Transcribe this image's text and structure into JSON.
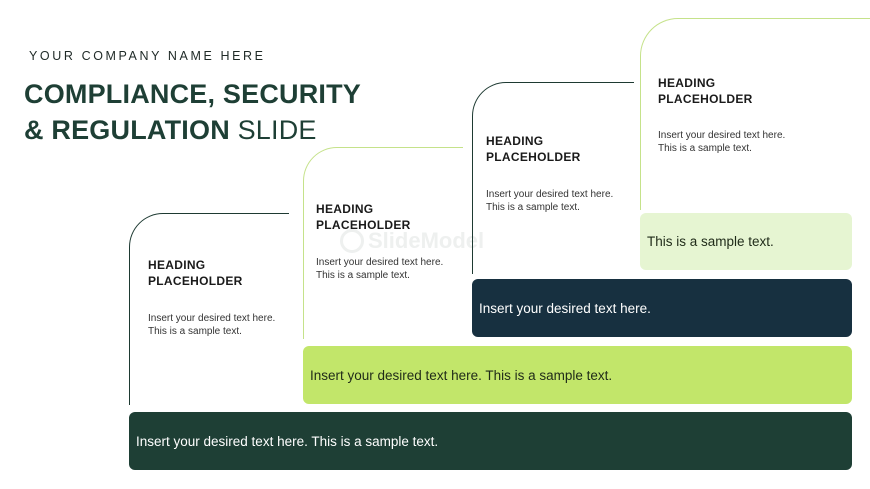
{
  "header": {
    "company": "YOUR COMPANY NAME HERE",
    "title_line1": "COMPLIANCE, SECURITY",
    "title_line2_bold": "& REGULATION",
    "title_line2_light": " SLIDE"
  },
  "cards": [
    {
      "heading_line1": "HEADING",
      "heading_line2": "PLACEHOLDER",
      "desc_line1": "Insert your desired text here.",
      "desc_line2": "This is a sample text."
    },
    {
      "heading_line1": "HEADING",
      "heading_line2": "PLACEHOLDER",
      "desc_line1": "Insert your desired text here.",
      "desc_line2": "This is a sample text."
    },
    {
      "heading_line1": "HEADING",
      "heading_line2": "PLACEHOLDER",
      "desc_line1": "Insert your desired text here.",
      "desc_line2": "This is a sample text."
    },
    {
      "heading_line1": "HEADING",
      "heading_line2": "PLACEHOLDER",
      "desc_line1": "Insert your desired text here.",
      "desc_line2": "This is a sample text."
    }
  ],
  "bars": [
    {
      "text": "Insert your desired text here. This is a sample text."
    },
    {
      "text": "Insert your desired text here. This is a sample text."
    },
    {
      "text": "Insert your desired text here."
    },
    {
      "text": "This is a sample text."
    }
  ],
  "watermark": "SlideModel",
  "colors": {
    "dark_green": "#1e3f35",
    "lime": "#c2e66a",
    "navy": "#173040",
    "pale_green": "#e6f5d2"
  }
}
